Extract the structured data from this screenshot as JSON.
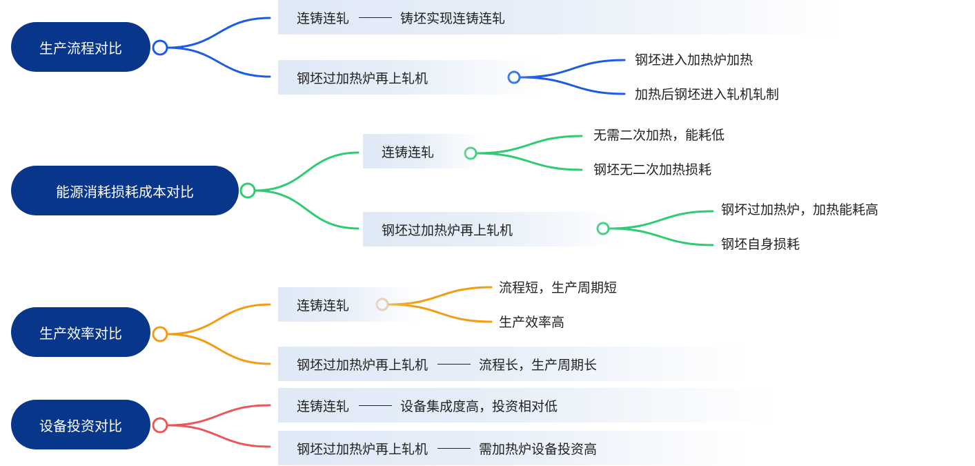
{
  "groups": [
    {
      "title": "生产流程对比",
      "color": "#1a5ce6",
      "items": [
        {
          "label": "连铸连轧",
          "detail": "铸坯实现连铸连轧"
        },
        {
          "label": "钢坯过加热炉再上轧机",
          "children": [
            "钢坯进入加热炉加热",
            "加热后钢坯进入轧机轧制"
          ]
        }
      ]
    },
    {
      "title": "能源消耗损耗成本对比",
      "color": "#2ecc71",
      "items": [
        {
          "label": "连铸连轧",
          "children": [
            "无需二次加热，能耗低",
            "钢坯无二次加热损耗"
          ]
        },
        {
          "label": "钢坯过加热炉再上轧机",
          "children": [
            "钢坏过加热炉，加热能耗高",
            "钢坯自身损耗"
          ]
        }
      ]
    },
    {
      "title": "生产效率对比",
      "color": "#f39c12",
      "items": [
        {
          "label": "连铸连轧",
          "children": [
            "流程短，生产周期短",
            "生产效率高"
          ]
        },
        {
          "label": "钢坯过加热炉再上轧机",
          "detail": "流程长，生产周期长"
        }
      ]
    },
    {
      "title": "设备投资对比",
      "color": "#eb5757",
      "items": [
        {
          "label": "连铸连轧",
          "detail": "设备集成度高，投资相对低"
        },
        {
          "label": "钢坯过加热炉再上轧机",
          "detail": "需加热炉设备投资高"
        }
      ]
    }
  ]
}
